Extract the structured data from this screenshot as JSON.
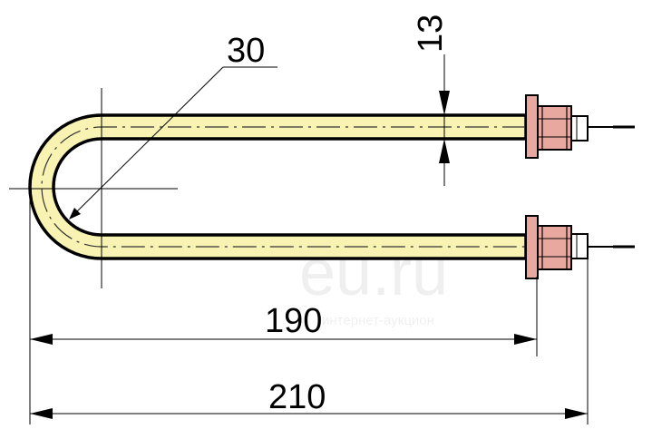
{
  "drawing": {
    "dimensions": {
      "bend_radius": "30",
      "tube_diameter": "13",
      "inner_length": "190",
      "total_length": "210"
    },
    "watermark": {
      "logo": "eu.ru",
      "tagline": "интернет-аукцион"
    },
    "colors": {
      "tube_fill": "#f8f3b2",
      "fitting_fill": "#e8a8a0",
      "outline": "#000000",
      "background": "#ffffff"
    }
  }
}
